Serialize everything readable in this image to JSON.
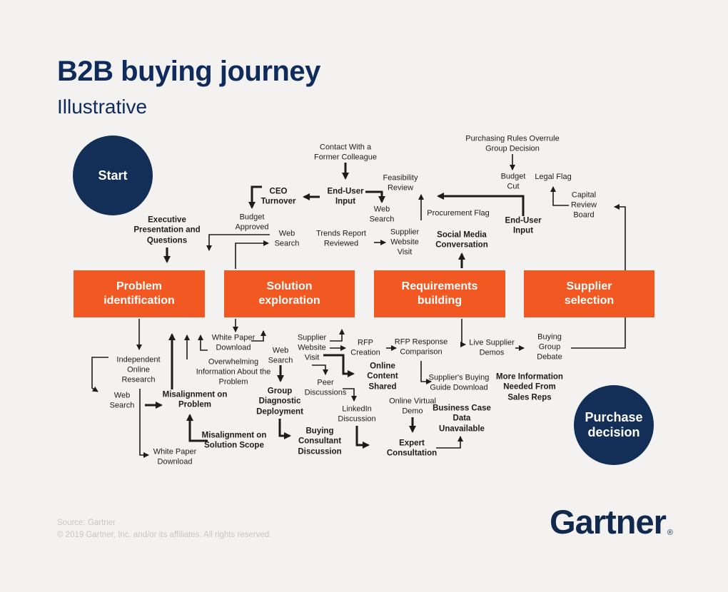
{
  "header": {
    "title": "B2B buying journey",
    "subtitle": "Illustrative"
  },
  "colors": {
    "navy": "#0e2b5c",
    "orange": "#f15822",
    "background": "#f3f2f0",
    "arrow": "#1c1c1c",
    "footer_gray": "#c8c7c5"
  },
  "terminals": {
    "start": "Start",
    "purchase_decision": "Purchase decision"
  },
  "phases": [
    {
      "label": "Problem identification"
    },
    {
      "label": "Solution exploration"
    },
    {
      "label": "Requirements building"
    },
    {
      "label": "Supplier selection"
    }
  ],
  "nodes": [
    {
      "label": "Contact With a Former Colleague",
      "emphasis": "regular"
    },
    {
      "label": "End-User Input",
      "emphasis": "bold"
    },
    {
      "label": "CEO Turnover",
      "emphasis": "bold"
    },
    {
      "label": "Budget Approved",
      "emphasis": "regular"
    },
    {
      "label": "Feasibility Review",
      "emphasis": "regular"
    },
    {
      "label": "Web Search",
      "emphasis": "regular"
    },
    {
      "label": "Trends Report Reviewed",
      "emphasis": "regular"
    },
    {
      "label": "Supplier Website Visit",
      "emphasis": "regular"
    },
    {
      "label": "Web Search",
      "emphasis": "regular"
    },
    {
      "label": "Purchasing Rules Overrule Group Decision",
      "emphasis": "regular"
    },
    {
      "label": "Budget Cut",
      "emphasis": "regular"
    },
    {
      "label": "Legal Flag",
      "emphasis": "regular"
    },
    {
      "label": "Capital Review Board",
      "emphasis": "regular"
    },
    {
      "label": "End-User Input",
      "emphasis": "bold"
    },
    {
      "label": "Procurement Flag",
      "emphasis": "regular"
    },
    {
      "label": "Social Media Conversation",
      "emphasis": "bold"
    },
    {
      "label": "Executive Presentation and Questions",
      "emphasis": "bold"
    },
    {
      "label": "White Paper Download",
      "emphasis": "regular"
    },
    {
      "label": "Independent Online Research",
      "emphasis": "regular"
    },
    {
      "label": "Overwhelming Information About the Problem",
      "emphasis": "regular"
    },
    {
      "label": "Web Search",
      "emphasis": "regular"
    },
    {
      "label": "Misalignment on Problem",
      "emphasis": "bold"
    },
    {
      "label": "Misalignment on Solution Scope",
      "emphasis": "bold"
    },
    {
      "label": "White Paper Download",
      "emphasis": "regular"
    },
    {
      "label": "Web Search",
      "emphasis": "regular"
    },
    {
      "label": "Supplier Website Visit",
      "emphasis": "regular"
    },
    {
      "label": "RFP Creation",
      "emphasis": "regular"
    },
    {
      "label": "RFP Response Comparison",
      "emphasis": "regular"
    },
    {
      "label": "Live Supplier Demos",
      "emphasis": "regular"
    },
    {
      "label": "Buying Group Debate",
      "emphasis": "regular"
    },
    {
      "label": "Online Content Shared",
      "emphasis": "bold"
    },
    {
      "label": "Peer Discussions",
      "emphasis": "regular"
    },
    {
      "label": "Group Diagnostic Deployment",
      "emphasis": "bold"
    },
    {
      "label": "LinkedIn Discussion",
      "emphasis": "regular"
    },
    {
      "label": "Supplier's Buying Guide Download",
      "emphasis": "regular"
    },
    {
      "label": "Online Virtual Demo",
      "emphasis": "regular"
    },
    {
      "label": "More Information Needed From Sales Reps",
      "emphasis": "bold"
    },
    {
      "label": "Business Case Data Unavailable",
      "emphasis": "bold"
    },
    {
      "label": "Buying Consultant Discussion",
      "emphasis": "bold"
    },
    {
      "label": "Expert Consultation",
      "emphasis": "bold"
    }
  ],
  "footer": {
    "source": "Source: Gartner",
    "copyright": "© 2019 Gartner, Inc. and/or its affiliates. All rights reserved.",
    "logo": "Gartner",
    "registered": "®"
  }
}
